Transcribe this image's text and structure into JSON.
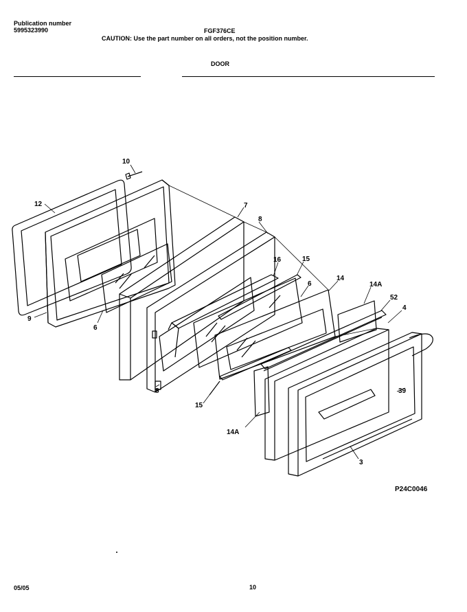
{
  "header": {
    "publication_label": "Publication number",
    "publication_number": "5995323990",
    "model": "FGF376CE",
    "caution": "CAUTION:  Use the part number on all orders, not the position number.",
    "section_title": "DOOR"
  },
  "diagram": {
    "labels": {
      "l10": "10",
      "l12": "12",
      "l7": "7",
      "l8a": "8",
      "l15a": "15",
      "l16": "16",
      "l6": "6",
      "l14": "14",
      "l14a1": "14A",
      "l52": "52",
      "l4": "4",
      "l9": "9",
      "l6b": "6",
      "l8b": "8",
      "l15b": "15",
      "l39": "39",
      "l14a2": "14A",
      "l3": "3"
    },
    "figure_code": "P24C0046"
  },
  "footer": {
    "date": "05/05",
    "page": "10"
  }
}
